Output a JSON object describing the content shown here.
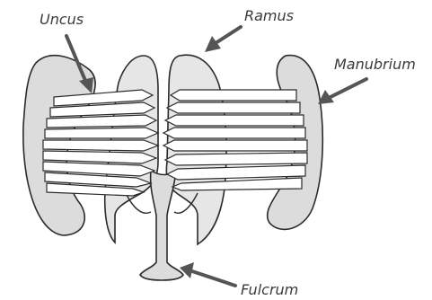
{
  "diagram": {
    "labels": {
      "uncus": "Uncus",
      "ramus": "Ramus",
      "manubrium": "Manubrium",
      "fulcrum": "Fulcrum"
    },
    "colors": {
      "plate_fill": "#dcdcdc",
      "outline": "#2b2b2b",
      "arrow": "#555555",
      "label_text": "#3a3a3a"
    }
  }
}
